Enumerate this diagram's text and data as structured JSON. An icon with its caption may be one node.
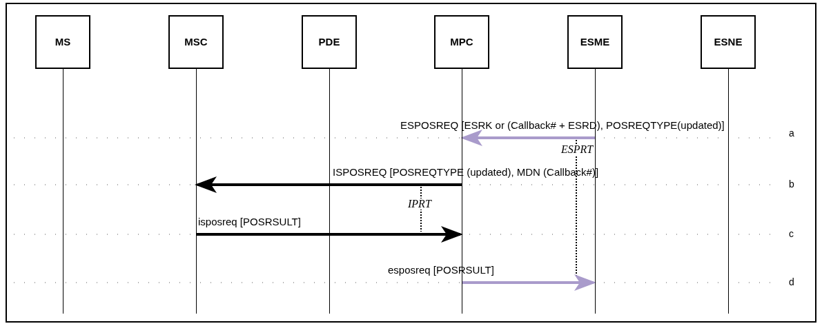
{
  "diagram": {
    "nodes": [
      {
        "text": [
          "MS"
        ]
      },
      {
        "text": [
          "MSC"
        ]
      },
      {
        "text": [
          "PDE"
        ]
      },
      {
        "text": [
          "MPC"
        ]
      },
      {
        "text": [
          "ESME"
        ]
      },
      {
        "text": [
          "ESNE"
        ]
      }
    ],
    "edges": [
      {
        "from": 4,
        "to": 3,
        "arrow": "to",
        "label": "ESPOSREQ [ESRK or (Callback# + ESRD), POSREQTYPE(updated)]",
        "color": "#a99bcb"
      },
      {
        "from": 3,
        "to": 1,
        "arrow": "to",
        "label": "ISPOSREQ [POSREQTYPE (updated), MDN (Callback#)]",
        "color": "#000000"
      },
      {
        "from": 1,
        "to": 3,
        "arrow": "to",
        "label": "isposreq [POSRSULT]",
        "color": "#000000"
      },
      {
        "from": 3,
        "to": 4,
        "arrow": "to",
        "label": "esposreq [POSRSULT]",
        "color": "#a99bcb"
      }
    ],
    "labels": [
      "a",
      "ESPRT",
      "b",
      "IPRT",
      "c",
      "d"
    ]
  }
}
